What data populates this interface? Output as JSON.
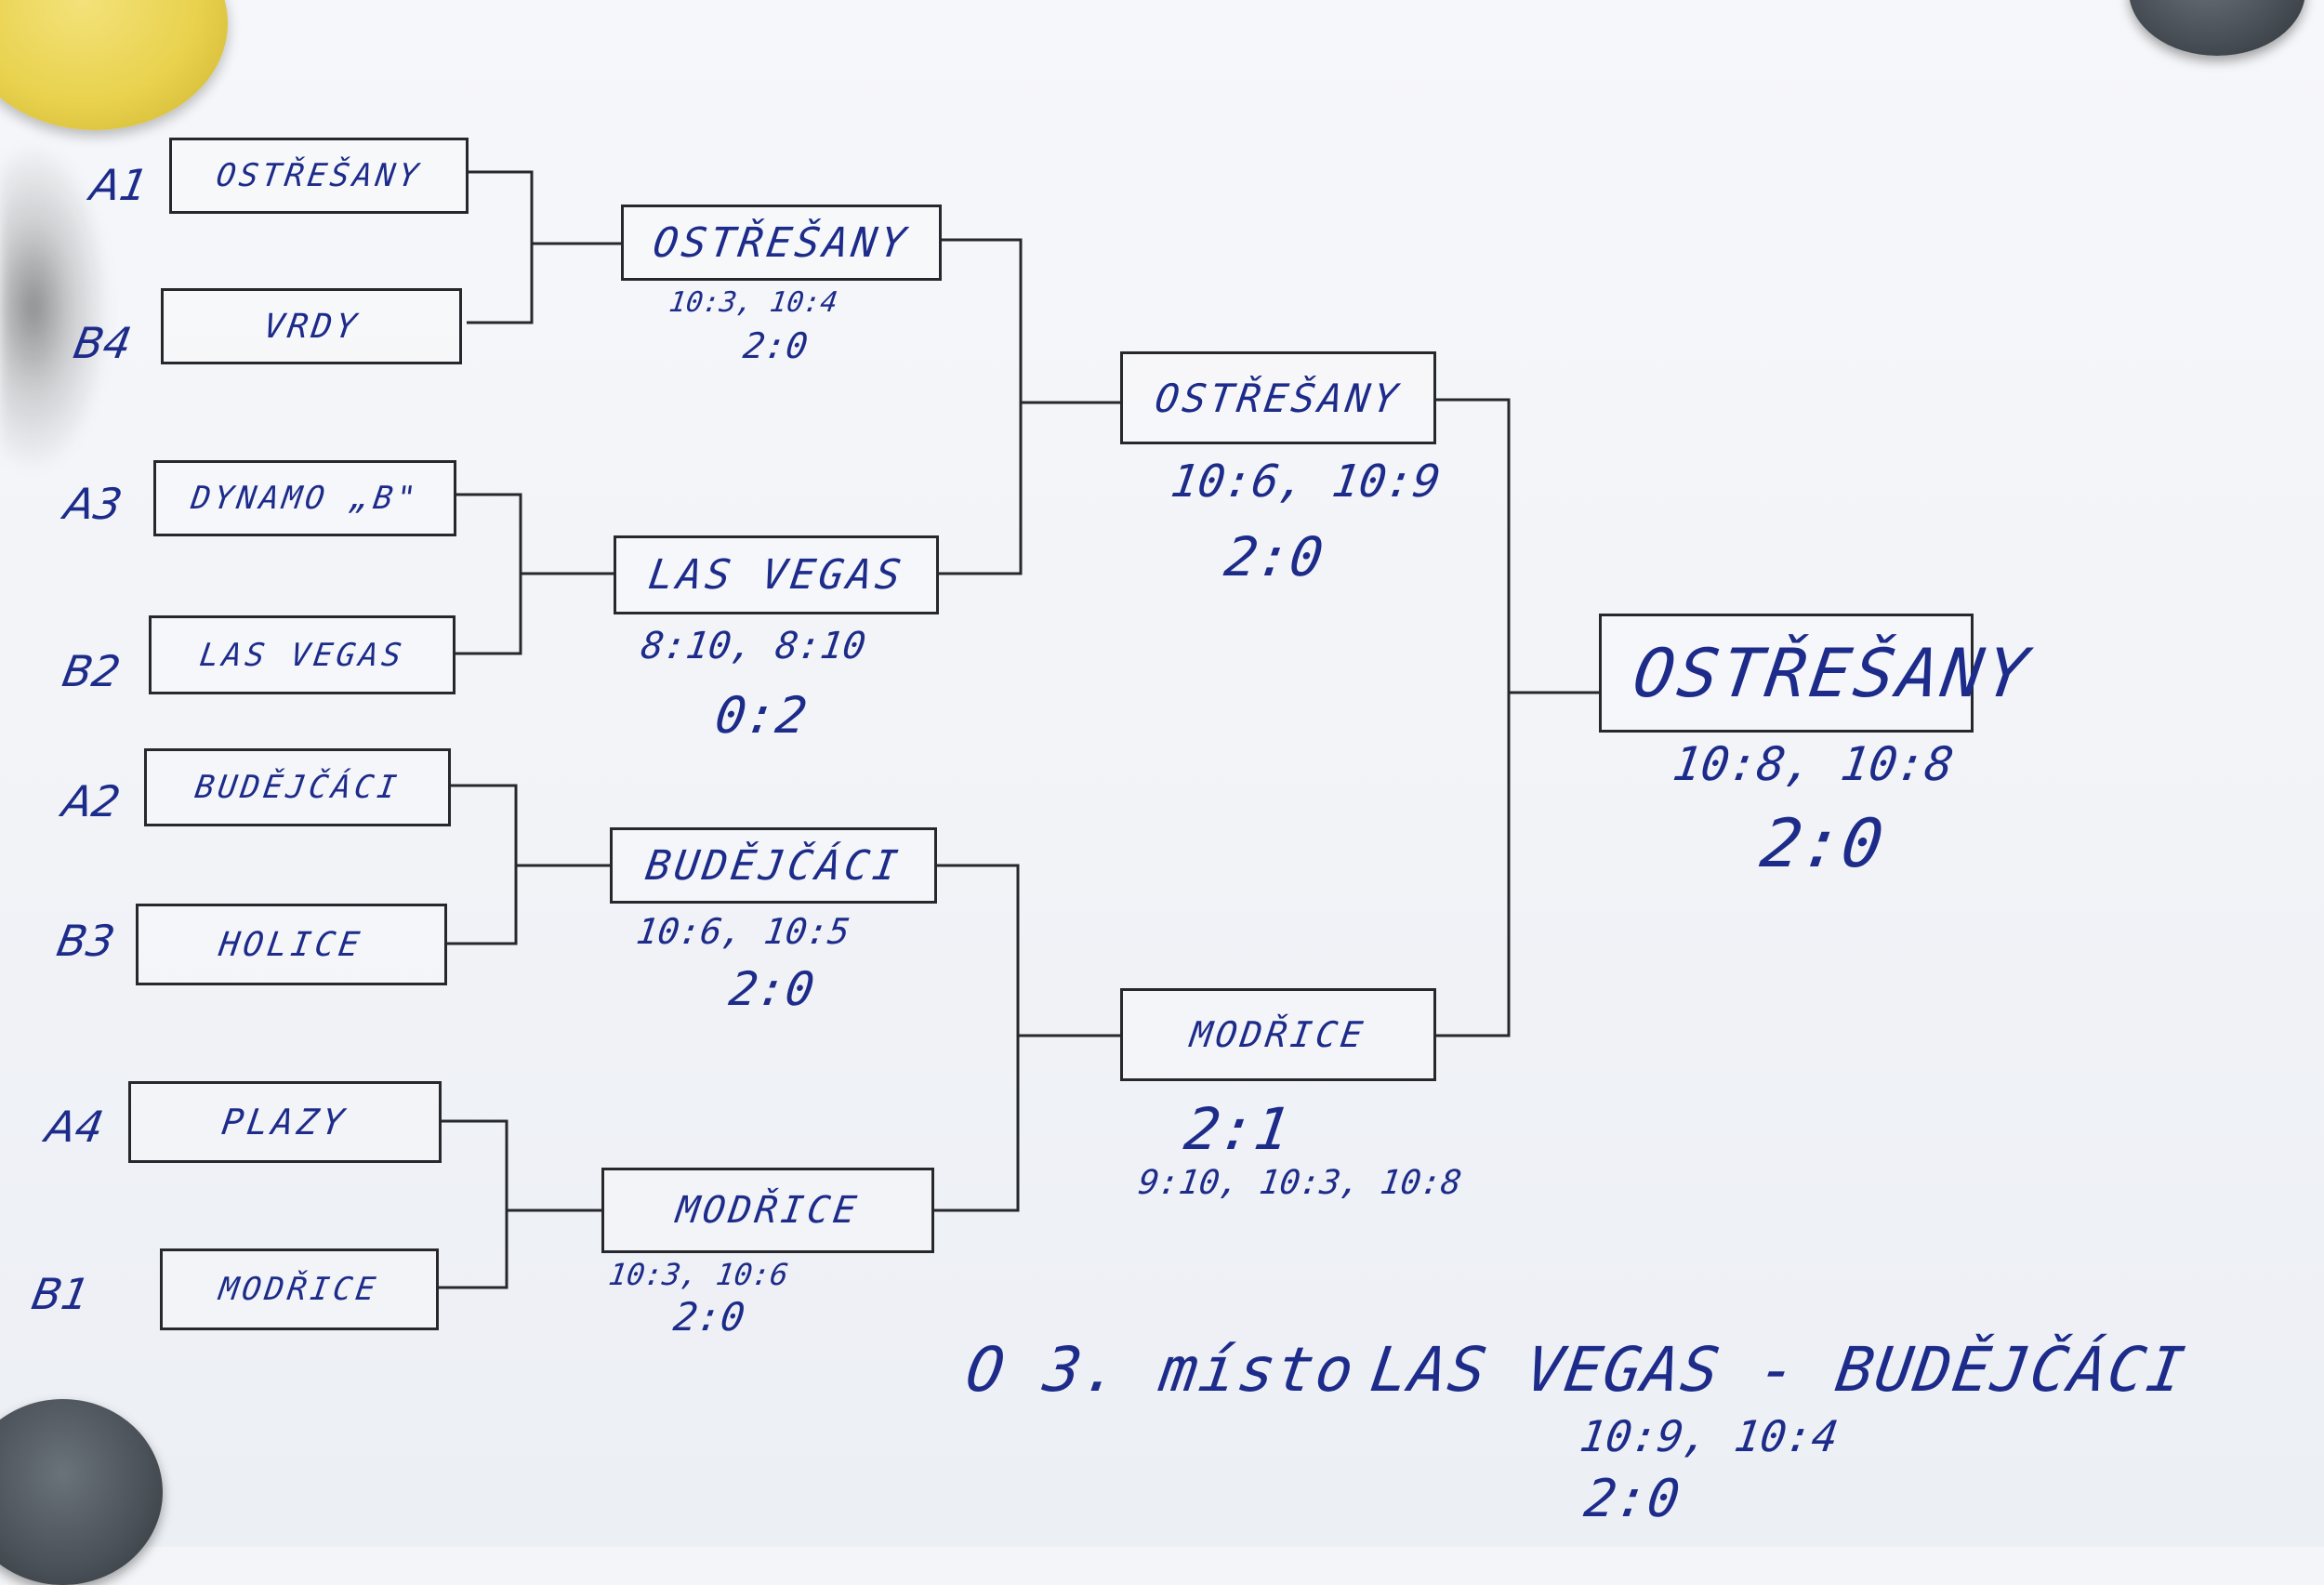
{
  "bracket": {
    "round1": [
      {
        "seed": "A1",
        "team": "OSTŘEŠANY"
      },
      {
        "seed": "B4",
        "team": "VRDY"
      },
      {
        "seed": "A3",
        "team": "DYNAMO „B\""
      },
      {
        "seed": "B2",
        "team": "LAS VEGAS"
      },
      {
        "seed": "A2",
        "team": "BUDĚJČÁCI"
      },
      {
        "seed": "B3",
        "team": "HOLICE"
      },
      {
        "seed": "A4",
        "team": "PLAZY"
      },
      {
        "seed": "B1",
        "team": "MODŘICE"
      }
    ],
    "quarterfinals": [
      {
        "winner": "OSTŘEŠANY",
        "sets": "10:3, 10:4",
        "result": "2:0"
      },
      {
        "winner": "LAS VEGAS",
        "sets": "8:10, 8:10",
        "result": "0:2"
      },
      {
        "winner": "BUDĚJČÁCI",
        "sets": "10:6, 10:5",
        "result": "2:0"
      },
      {
        "winner": "MODŘICE",
        "sets": "10:3, 10:6",
        "result": "2:0"
      }
    ],
    "semifinals": [
      {
        "winner": "OSTŘEŠANY",
        "sets": "10:6, 10:9",
        "result": "2:0"
      },
      {
        "winner": "MODŘICE",
        "sets": "9:10, 10:3, 10:8",
        "result": "2:1"
      }
    ],
    "final": {
      "winner": "OSTŘEŠANY",
      "sets": "10:8, 10:8",
      "result": "2:0"
    }
  },
  "third_place": {
    "label": "O 3. místo",
    "match": "LAS VEGAS - BUDĚJČÁCI",
    "sets": "10:9, 10:4",
    "result": "2:0"
  },
  "colors": {
    "ink": "#1d2c8a",
    "pen_lines": "#26282c",
    "paper": "#f3f5f8",
    "magnet_yellow": "#e9d24e",
    "magnet_dark": "#474e55"
  }
}
